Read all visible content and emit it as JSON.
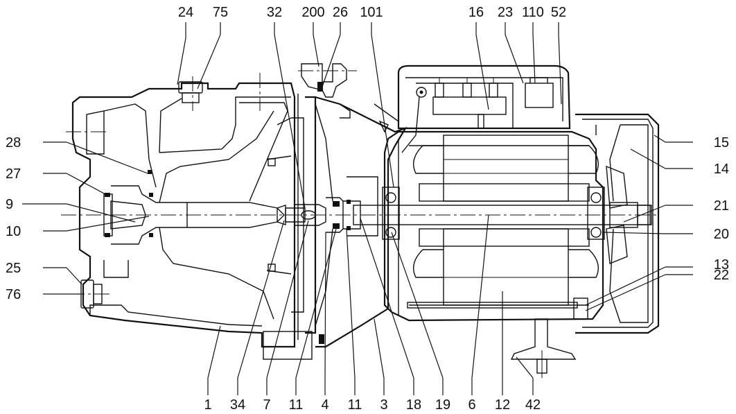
{
  "diagram": {
    "top_labels": [
      "24",
      "75",
      "32",
      "200",
      "26",
      "101",
      "16",
      "23",
      "110",
      "52"
    ],
    "bottom_labels": [
      "1",
      "34",
      "7",
      "11",
      "4",
      "11",
      "3",
      "18",
      "19",
      "6",
      "12",
      "42"
    ],
    "left_labels": [
      "28",
      "27",
      "9",
      "10",
      "25",
      "76"
    ],
    "right_labels": [
      "15",
      "14",
      "21",
      "20",
      "13",
      "22"
    ]
  },
  "colors": {
    "ink": "#111111",
    "background": "#ffffff"
  }
}
